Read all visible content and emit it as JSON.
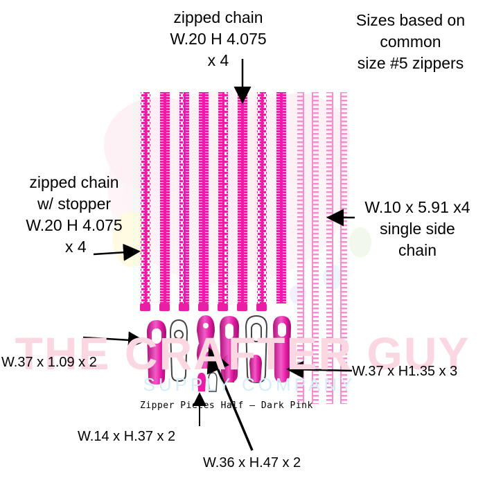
{
  "labels": {
    "zipped_chain": [
      "zipped chain",
      "W.20 H 4.075",
      "x 4"
    ],
    "sizes_note": [
      "Sizes based on",
      "common",
      "size #5 zippers"
    ],
    "zipped_chain_stopper": [
      "zipped chain",
      "w/ stopper",
      "W.20 H 4.075",
      "x 4"
    ],
    "single_side_chain": [
      "W.10 x 5.91 x4",
      "single side",
      "chain"
    ],
    "slider_pull_short": "W.37 x 1.09 x 2",
    "slider_pull_long": "W.37 x H1.35 x 3",
    "zipper_pieces": "Zipper Pieces Half – Dark Pink",
    "stopper_small": "W.14 x H.37 x 2",
    "slider_body": "W.36 x H.47 x 2"
  },
  "watermark": {
    "line1": "THE CRAFTER GUY",
    "line2": "SUPPLY COMPANY"
  },
  "colors": {
    "magenta": "#e81ea6",
    "magenta_dark": "#b0127a",
    "light_pink": "#f39bd5",
    "watermark_pink": "#fbd7e2",
    "watermark_blue": "#d6ecf8"
  }
}
